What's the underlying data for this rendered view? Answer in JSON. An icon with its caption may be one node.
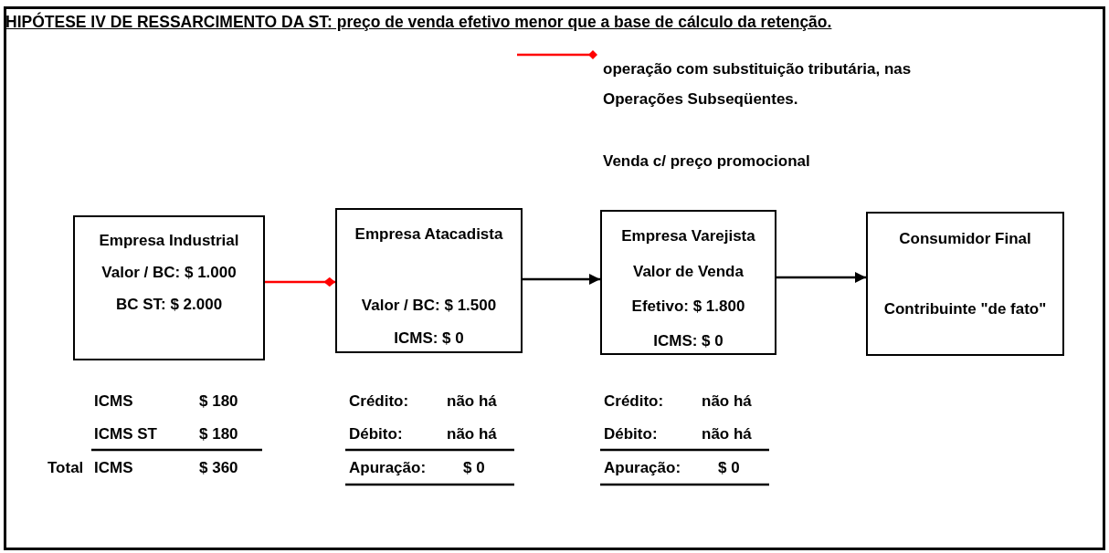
{
  "diagram": {
    "title": "HIPÓTESE IV DE RESSARCIMENTO DA ST: preço de venda efetivo menor que a base de cálculo da retenção.",
    "nodes": [
      {
        "text": [
          "Empresa Industrial",
          "Valor / BC: $ 1.000",
          "BC ST:  $ 2.000"
        ]
      },
      {
        "text": [
          "Empresa Atacadista",
          "Valor / BC: $ 1.500",
          "ICMS: $ 0"
        ]
      },
      {
        "text": [
          "Empresa Varejista",
          "Valor de Venda",
          "Efetivo: $ 1.800",
          "ICMS: $ 0"
        ]
      },
      {
        "text": [
          "Consumidor Final",
          "Contribuinte \"de fato\""
        ]
      }
    ],
    "edges": [
      {
        "from": 0,
        "to": 1,
        "arrow": "other",
        "color": "#ff0000"
      },
      {
        "from": 1,
        "to": 2,
        "arrow": "to"
      },
      {
        "from": 2,
        "to": 3,
        "arrow": "to"
      }
    ],
    "labels": [
      "Venda c/ preço promocional",
      "ICMS",
      "$ 180",
      "ICMS ST",
      "$ 180",
      "Total",
      "ICMS",
      "$ 360",
      "Crédito:",
      "não há",
      "Débito:",
      "não há",
      "Apuração:",
      "$ 0",
      "Crédito:",
      "não há",
      "Débito:",
      "não há",
      "Apuração:",
      "$ 0"
    ],
    "legend": [
      {
        "text": "operação com substituição tributária, nas Operações Subseqüentes."
      }
    ]
  }
}
